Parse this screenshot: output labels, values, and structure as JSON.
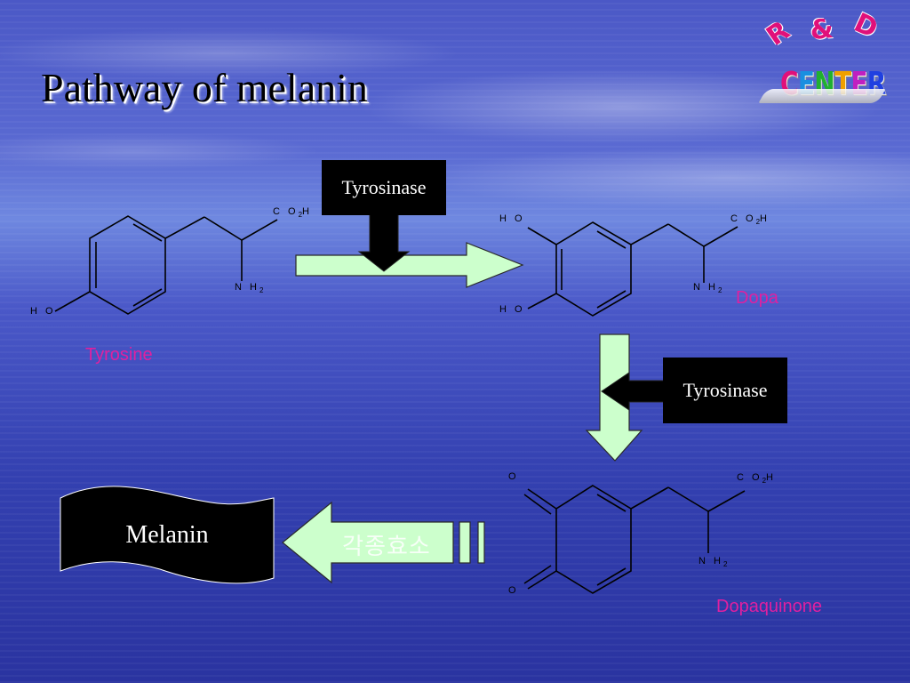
{
  "slide": {
    "title": "Pathway of melanin"
  },
  "logo": {
    "line1": [
      "R",
      "&",
      "D"
    ],
    "line2": [
      "C",
      "E",
      "N",
      "T",
      "E",
      "R"
    ],
    "letter_colors": [
      "#e0107a",
      "#1a8fe0",
      "#20b030",
      "#f0a000",
      "#c020c0",
      "#2040e0"
    ]
  },
  "molecules": {
    "tyrosine": {
      "name": "Tyrosine",
      "carboxyl": "C O",
      "carboxyl_sub": "2",
      "carboxyl_h": "H",
      "amine": "N H",
      "amine_sub": "2",
      "hydroxyl": "H O"
    },
    "dopa": {
      "name": "Dopa",
      "carboxyl": "C O",
      "carboxyl_sub": "2",
      "carboxyl_h": "H",
      "amine": "N H",
      "amine_sub": "2",
      "hydroxyl_top": "H O",
      "hydroxyl_bottom": "H O"
    },
    "dopaquinone": {
      "name": "Dopaquinone",
      "carboxyl": "C O",
      "carboxyl_sub": "2",
      "carboxyl_h": "H",
      "amine": "N H",
      "amine_sub": "2",
      "oxo_top": "O",
      "oxo_bottom": "O"
    }
  },
  "enzymes": {
    "step1": "Tyrosinase",
    "step2": "Tyrosinase",
    "step3": "각종효소"
  },
  "product": {
    "name": "Melanin"
  },
  "colors": {
    "label_magenta": "#e020a0",
    "arrow_fill": "#ccffcc",
    "enzyme_box": "#000000"
  }
}
